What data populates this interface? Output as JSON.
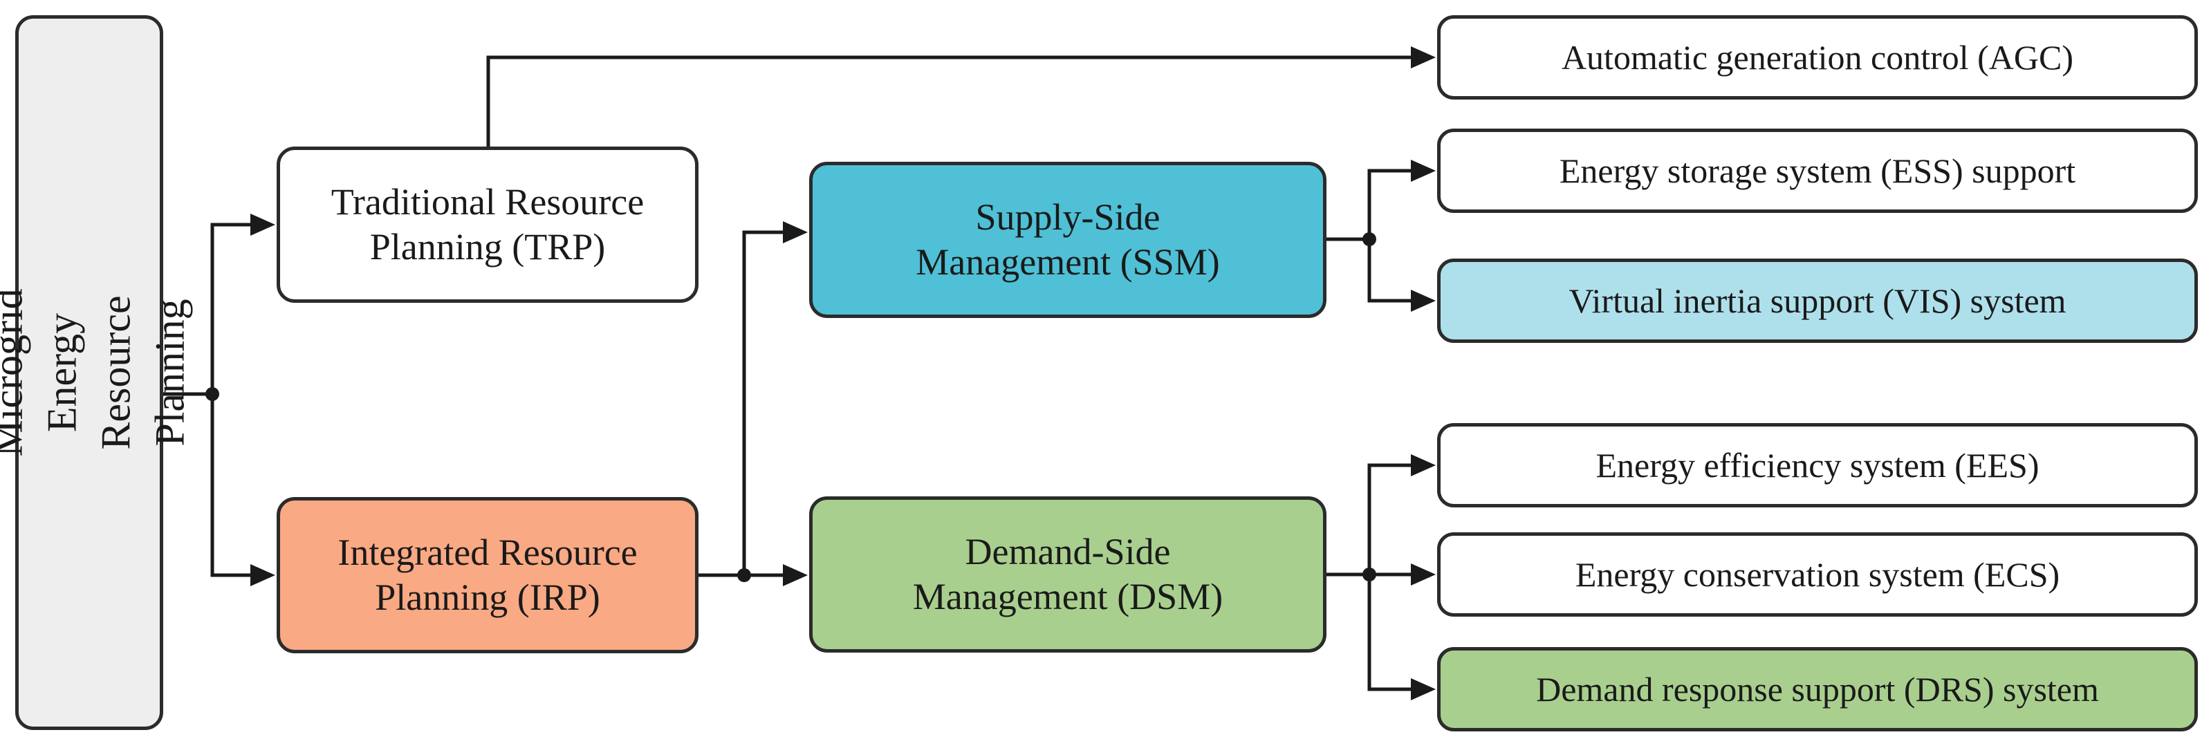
{
  "diagram": {
    "root": {
      "label": "Microgrid\nEnergy Resource Planning",
      "fill": "#eeeeee"
    },
    "trp": {
      "label": "Traditional Resource\nPlanning (TRP)",
      "fill": "#ffffff"
    },
    "irp": {
      "label": "Integrated Resource\nPlanning (IRP)",
      "fill": "#f9a983"
    },
    "ssm": {
      "label": "Supply-Side\nManagement (SSM)",
      "fill": "#4fc0d6"
    },
    "dsm": {
      "label": "Demand-Side\nManagement (DSM)",
      "fill": "#a9cf8e"
    },
    "outputs": {
      "agc": {
        "label": "Automatic generation control (AGC)",
        "fill": "#ffffff"
      },
      "ess": {
        "label": "Energy storage system (ESS) support",
        "fill": "#ffffff"
      },
      "vis": {
        "label": "Virtual inertia support (VIS) system",
        "fill": "#aee0ec"
      },
      "ees": {
        "label": "Energy efficiency system (EES)",
        "fill": "#ffffff"
      },
      "ecs": {
        "label": "Energy conservation system (ECS)",
        "fill": "#ffffff"
      },
      "drs": {
        "label": "Demand response support (DRS) system",
        "fill": "#a9cf8e"
      }
    },
    "connections": [
      {
        "from": "root",
        "to": "trp"
      },
      {
        "from": "root",
        "to": "irp"
      },
      {
        "from": "trp",
        "to": "agc"
      },
      {
        "from": "irp",
        "to": "ssm"
      },
      {
        "from": "irp",
        "to": "dsm"
      },
      {
        "from": "ssm",
        "to": "ess"
      },
      {
        "from": "ssm",
        "to": "vis"
      },
      {
        "from": "dsm",
        "to": "ees"
      },
      {
        "from": "dsm",
        "to": "ecs"
      },
      {
        "from": "dsm",
        "to": "drs"
      }
    ],
    "line_color": "#1a1a1a"
  }
}
